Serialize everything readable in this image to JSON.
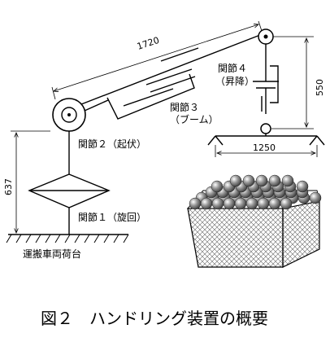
{
  "diagram": {
    "dimensions": {
      "boom_length": "1720",
      "joint4_height": "550",
      "base_height": "637",
      "frame_width": "1250"
    },
    "labels": {
      "joint4_name": "関節４",
      "joint4_desc": "（昇降）",
      "joint3_name": "関節３",
      "joint3_desc": "（ブーム）",
      "joint2": "関節２（起伏）",
      "joint1": "関節１（旋回）",
      "vehicle": "運搬車両荷台"
    },
    "caption": "図２　ハンドリング装置の概要"
  }
}
